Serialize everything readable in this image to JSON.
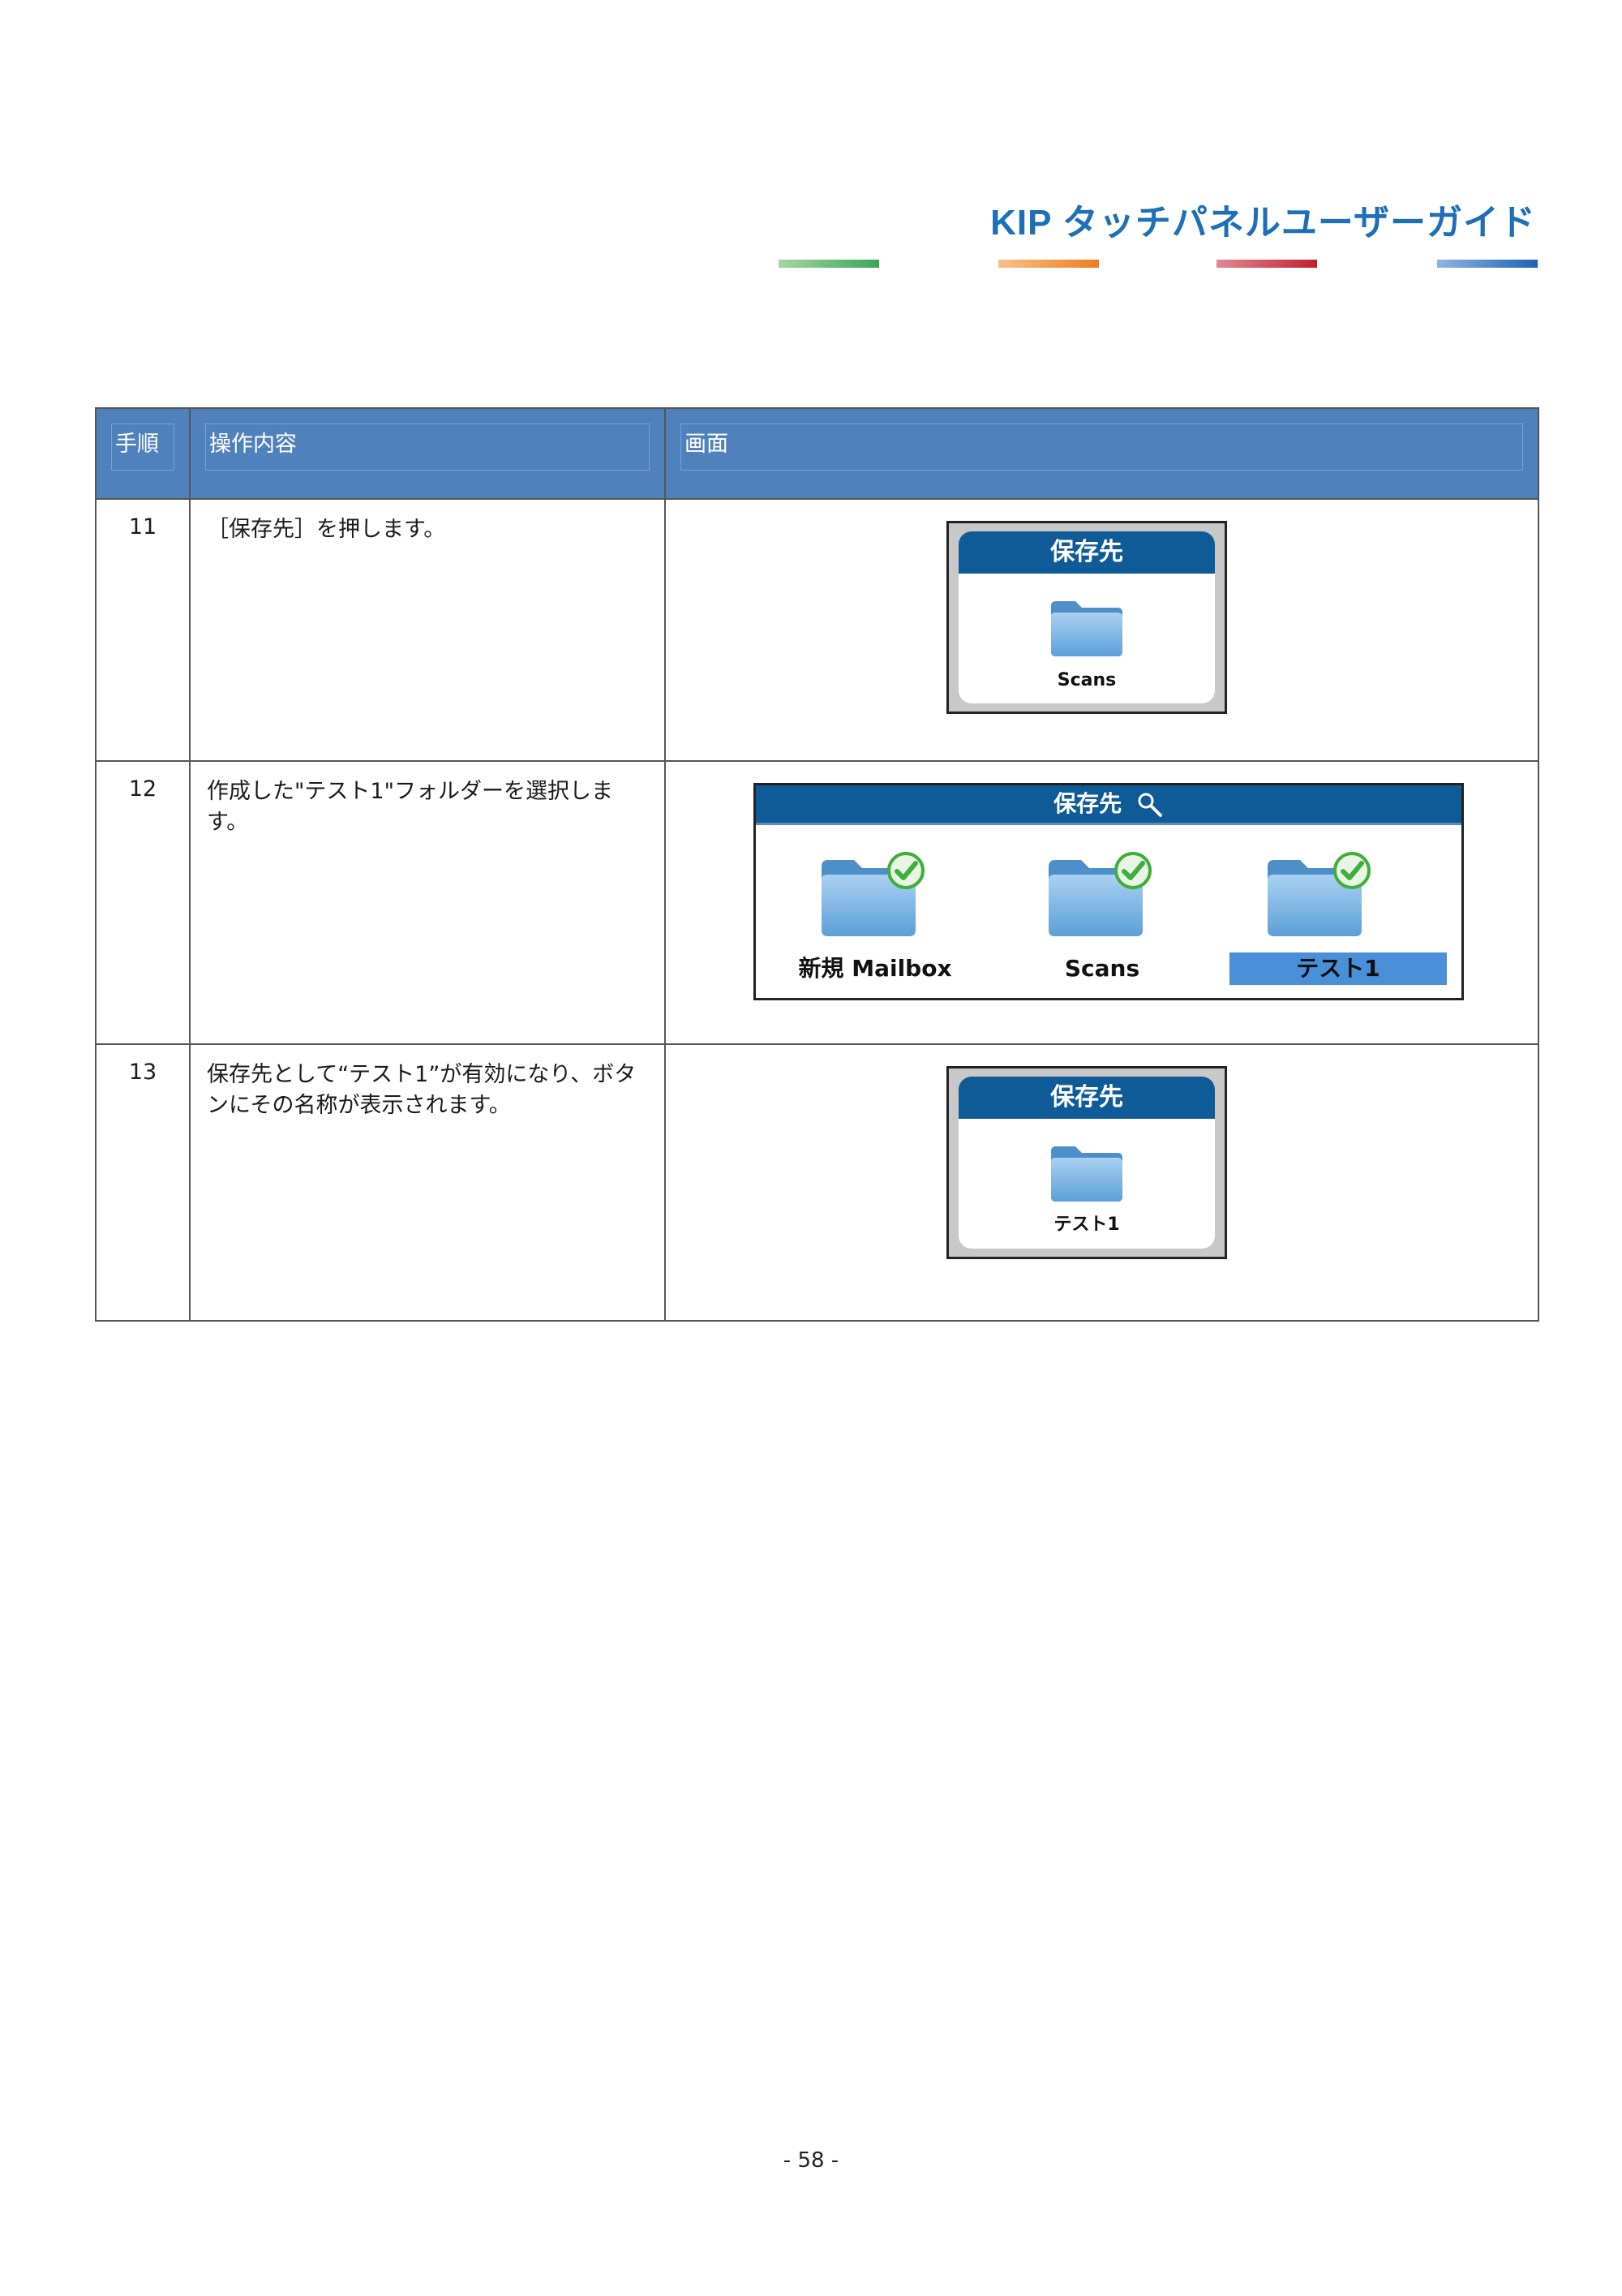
{
  "header": {
    "title": "KIP タッチパネルユーザーガイド",
    "accent_colors": [
      "#3aa655",
      "#ee7d1f",
      "#c2202f",
      "#1e63b4"
    ]
  },
  "table": {
    "columns": [
      "手順",
      "操作内容",
      "画面"
    ],
    "header_color": "#4f81bd",
    "rows": [
      {
        "step": "11",
        "description": "［保存先］を押します。",
        "screen": {
          "title": "保存先",
          "folder_label": "Scans"
        }
      },
      {
        "step": "12",
        "description": "作成した\"テスト1\"フォルダーを選択します。",
        "screen": {
          "title": "保存先",
          "folders": [
            {
              "label": "新規 Mailbox",
              "selected": false
            },
            {
              "label": "Scans",
              "selected": false
            },
            {
              "label": "テスト1",
              "selected": true
            }
          ]
        }
      },
      {
        "step": "13",
        "description": "保存先として“テスト1”が有効になり、ボタンにその名称が表示されます。",
        "screen": {
          "title": "保存先",
          "folder_label": "テスト1"
        }
      }
    ]
  },
  "footer": {
    "page_number": "- 58 -"
  }
}
